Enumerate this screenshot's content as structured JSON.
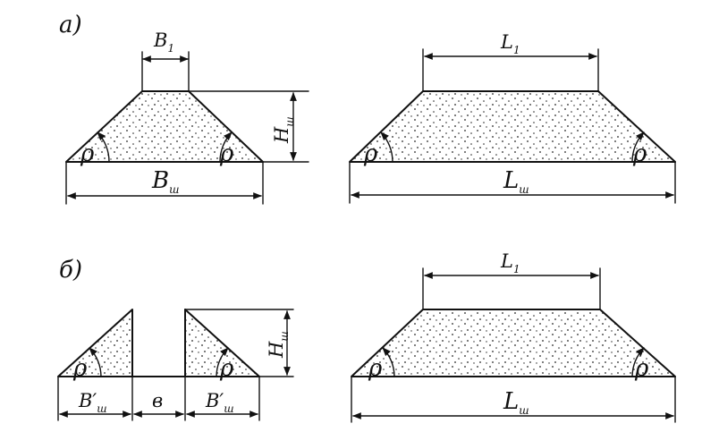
{
  "panels": {
    "a": {
      "label": "а)"
    },
    "b": {
      "label": "б)"
    }
  },
  "dims": {
    "B1": {
      "main": "B",
      "sub": "1"
    },
    "L1": {
      "main": "L",
      "sub": "1"
    },
    "H": {
      "main": "H",
      "sub": "ш"
    },
    "B": {
      "main": "B",
      "sub": "ш"
    },
    "L": {
      "main": "L",
      "sub": "ш"
    },
    "Bprime": {
      "main": "B′",
      "sub": "ш"
    },
    "gap": "в"
  },
  "angle": "ρ",
  "colors": {
    "ink": "#111111",
    "background": "#ffffff"
  }
}
